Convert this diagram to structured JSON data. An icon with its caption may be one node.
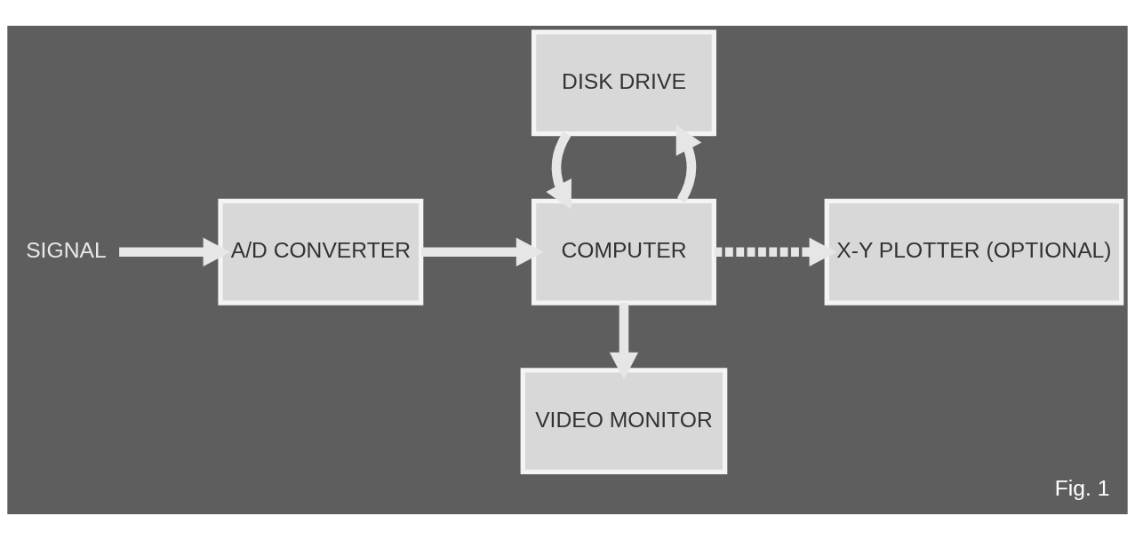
{
  "diagram": {
    "caption": "Fig. 1",
    "nodes": [
      {
        "text": [
          "SIGNAL"
        ]
      },
      {
        "text": [
          "A/D CONVERTER"
        ]
      },
      {
        "text": [
          "COMPUTER"
        ]
      },
      {
        "text": [
          "VIDEO MONITOR"
        ]
      },
      {
        "text": [
          "DISK DRIVE"
        ]
      },
      {
        "text": [
          "X-Y PLOTTER (OPTIONAL)"
        ]
      }
    ],
    "edges": [
      {
        "from": 0,
        "to": 1,
        "arrow": "to"
      },
      {
        "from": 1,
        "to": 2,
        "arrow": "to"
      },
      {
        "from": 2,
        "to": 3,
        "arrow": "to"
      },
      {
        "from": 2,
        "to": 4,
        "arrow": "to"
      },
      {
        "from": 4,
        "to": 2,
        "arrow": "to"
      },
      {
        "from": 2,
        "to": 5,
        "arrow": "to",
        "style": "dashed"
      }
    ]
  }
}
